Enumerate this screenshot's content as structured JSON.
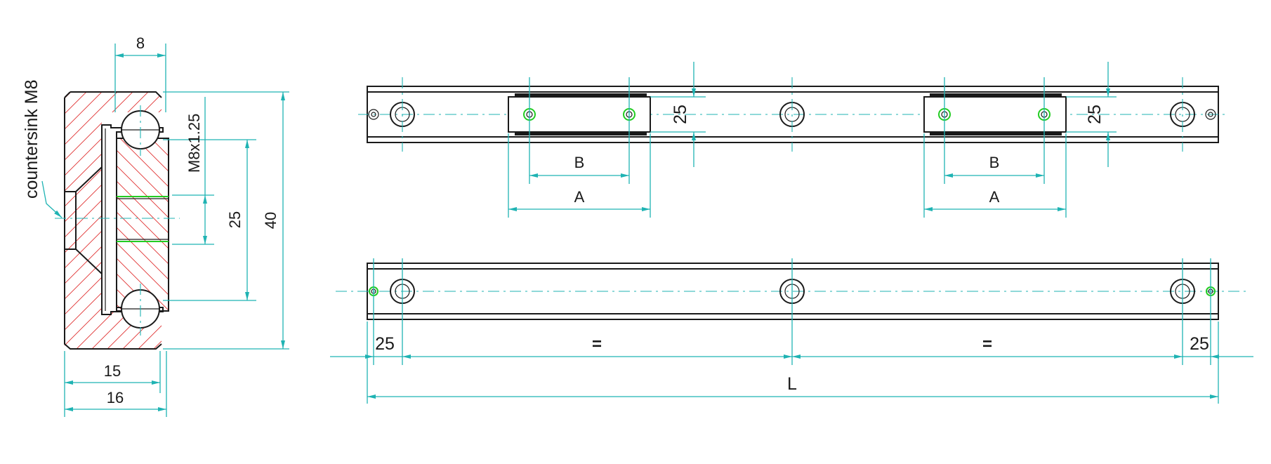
{
  "colors": {
    "outline": "#1a1a1a",
    "dimension": "#1fb3b3",
    "hatch": "#e03030",
    "thread": "#22cc22",
    "background": "#ffffff"
  },
  "section": {
    "countersink_label": "countersink M8",
    "thread_label": "M8x1.25",
    "dim_top": "8",
    "dim_inner_pitch": "25",
    "dim_height": "40",
    "dim_width_a": "15",
    "dim_width_b": "16"
  },
  "top_view": {
    "slider_left_height": "25",
    "slider_right_height": "25",
    "slider_left_b": "B",
    "slider_left_a": "A",
    "slider_right_b": "B",
    "slider_right_a": "A"
  },
  "bottom_view": {
    "end_left": "25",
    "equal_left": "=",
    "equal_right": "=",
    "end_right": "25",
    "length": "L"
  }
}
